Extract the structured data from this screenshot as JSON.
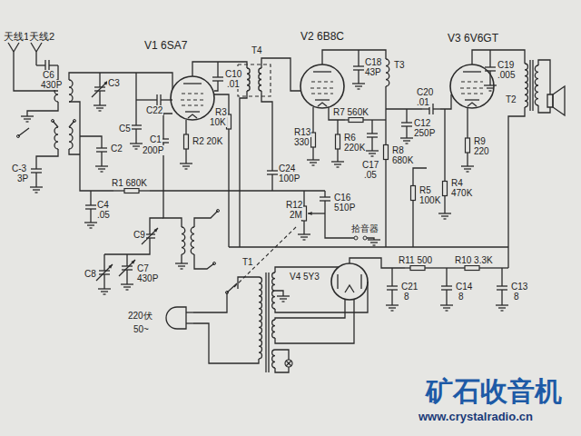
{
  "diagram": {
    "labels": [
      "天线1",
      "天线2",
      "V1 6SA7",
      "V2 6B8C",
      "V3 6V6GT",
      "C6",
      "430P",
      "C3",
      "C2",
      "C5",
      "C22",
      "C1",
      "200P",
      "R2 20K",
      "C10",
      ".01",
      "R3",
      "10K",
      "T4",
      "C-3",
      "3P",
      "C4",
      ".05",
      "R1 680K",
      "C9",
      "C8",
      "C7",
      "430P",
      "C18",
      "43P",
      "R7 560K",
      "C17",
      ".05",
      "R13",
      "330",
      "R6",
      "220K",
      "R8",
      "680K",
      "C24",
      "100P",
      "R12",
      "2M",
      "C16",
      "510P",
      "拾音器",
      "T3",
      "C20",
      ".01",
      "C12",
      "250P",
      "R5",
      "100K",
      "R9",
      "220",
      "R4",
      "470K",
      "C19",
      ".005",
      "T2",
      "T1",
      "V4 5Y3",
      "R11 500",
      "R10 3.3K",
      "C21",
      "8",
      "C14",
      "8",
      "C13",
      "8",
      "220伏",
      "50~",
      "矿石收音机",
      "www.crystalradio.cn"
    ]
  }
}
